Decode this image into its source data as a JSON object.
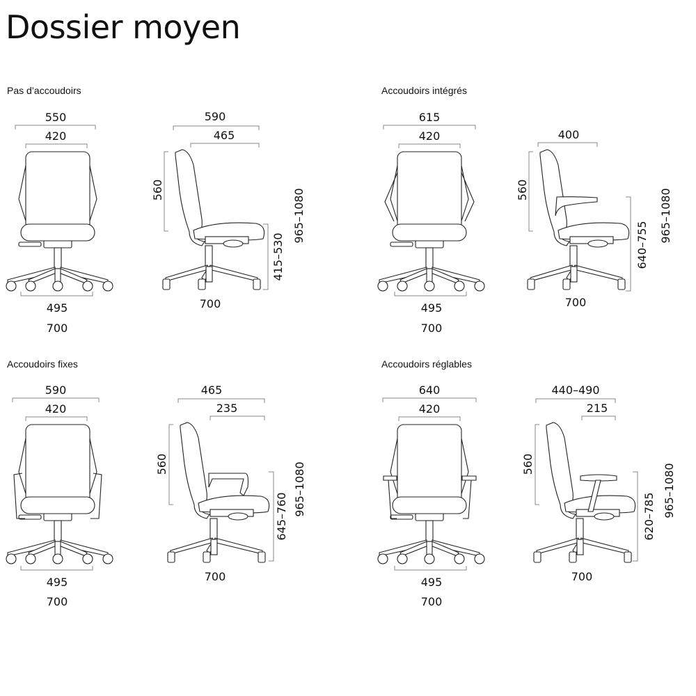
{
  "title": "Dossier moyen",
  "configs": [
    {
      "name": "Pas d’accoudoirs",
      "front_overall": "550",
      "front_back": "420",
      "base_inner": "495",
      "base_outer": "700",
      "side_overall": "590",
      "side_seat": "465",
      "back_height": "560",
      "seat_height": "415–530",
      "total_height": "965–1080",
      "side_base": "700"
    },
    {
      "name": "Accoudoirs intégrés",
      "front_overall": "615",
      "front_back": "420",
      "base_inner": "495",
      "base_outer": "700",
      "side_arm": "400",
      "back_height": "560",
      "arm_height": "640–755",
      "total_height": "965–1080",
      "side_base": "700"
    },
    {
      "name": "Accoudoirs fixes",
      "front_overall": "590",
      "front_back": "420",
      "base_inner": "495",
      "base_outer": "700",
      "side_overall": "465",
      "side_arm": "235",
      "back_height": "560",
      "arm_height": "645–760",
      "total_height": "965–1080",
      "side_base": "700"
    },
    {
      "name": "Accoudoirs réglables",
      "front_overall": "640",
      "front_back": "420",
      "base_inner": "495",
      "base_outer": "700",
      "side_overall": "440–490",
      "side_arm": "215",
      "back_height": "560",
      "arm_height": "620–785",
      "total_height": "965–1080",
      "side_base": "700"
    }
  ]
}
